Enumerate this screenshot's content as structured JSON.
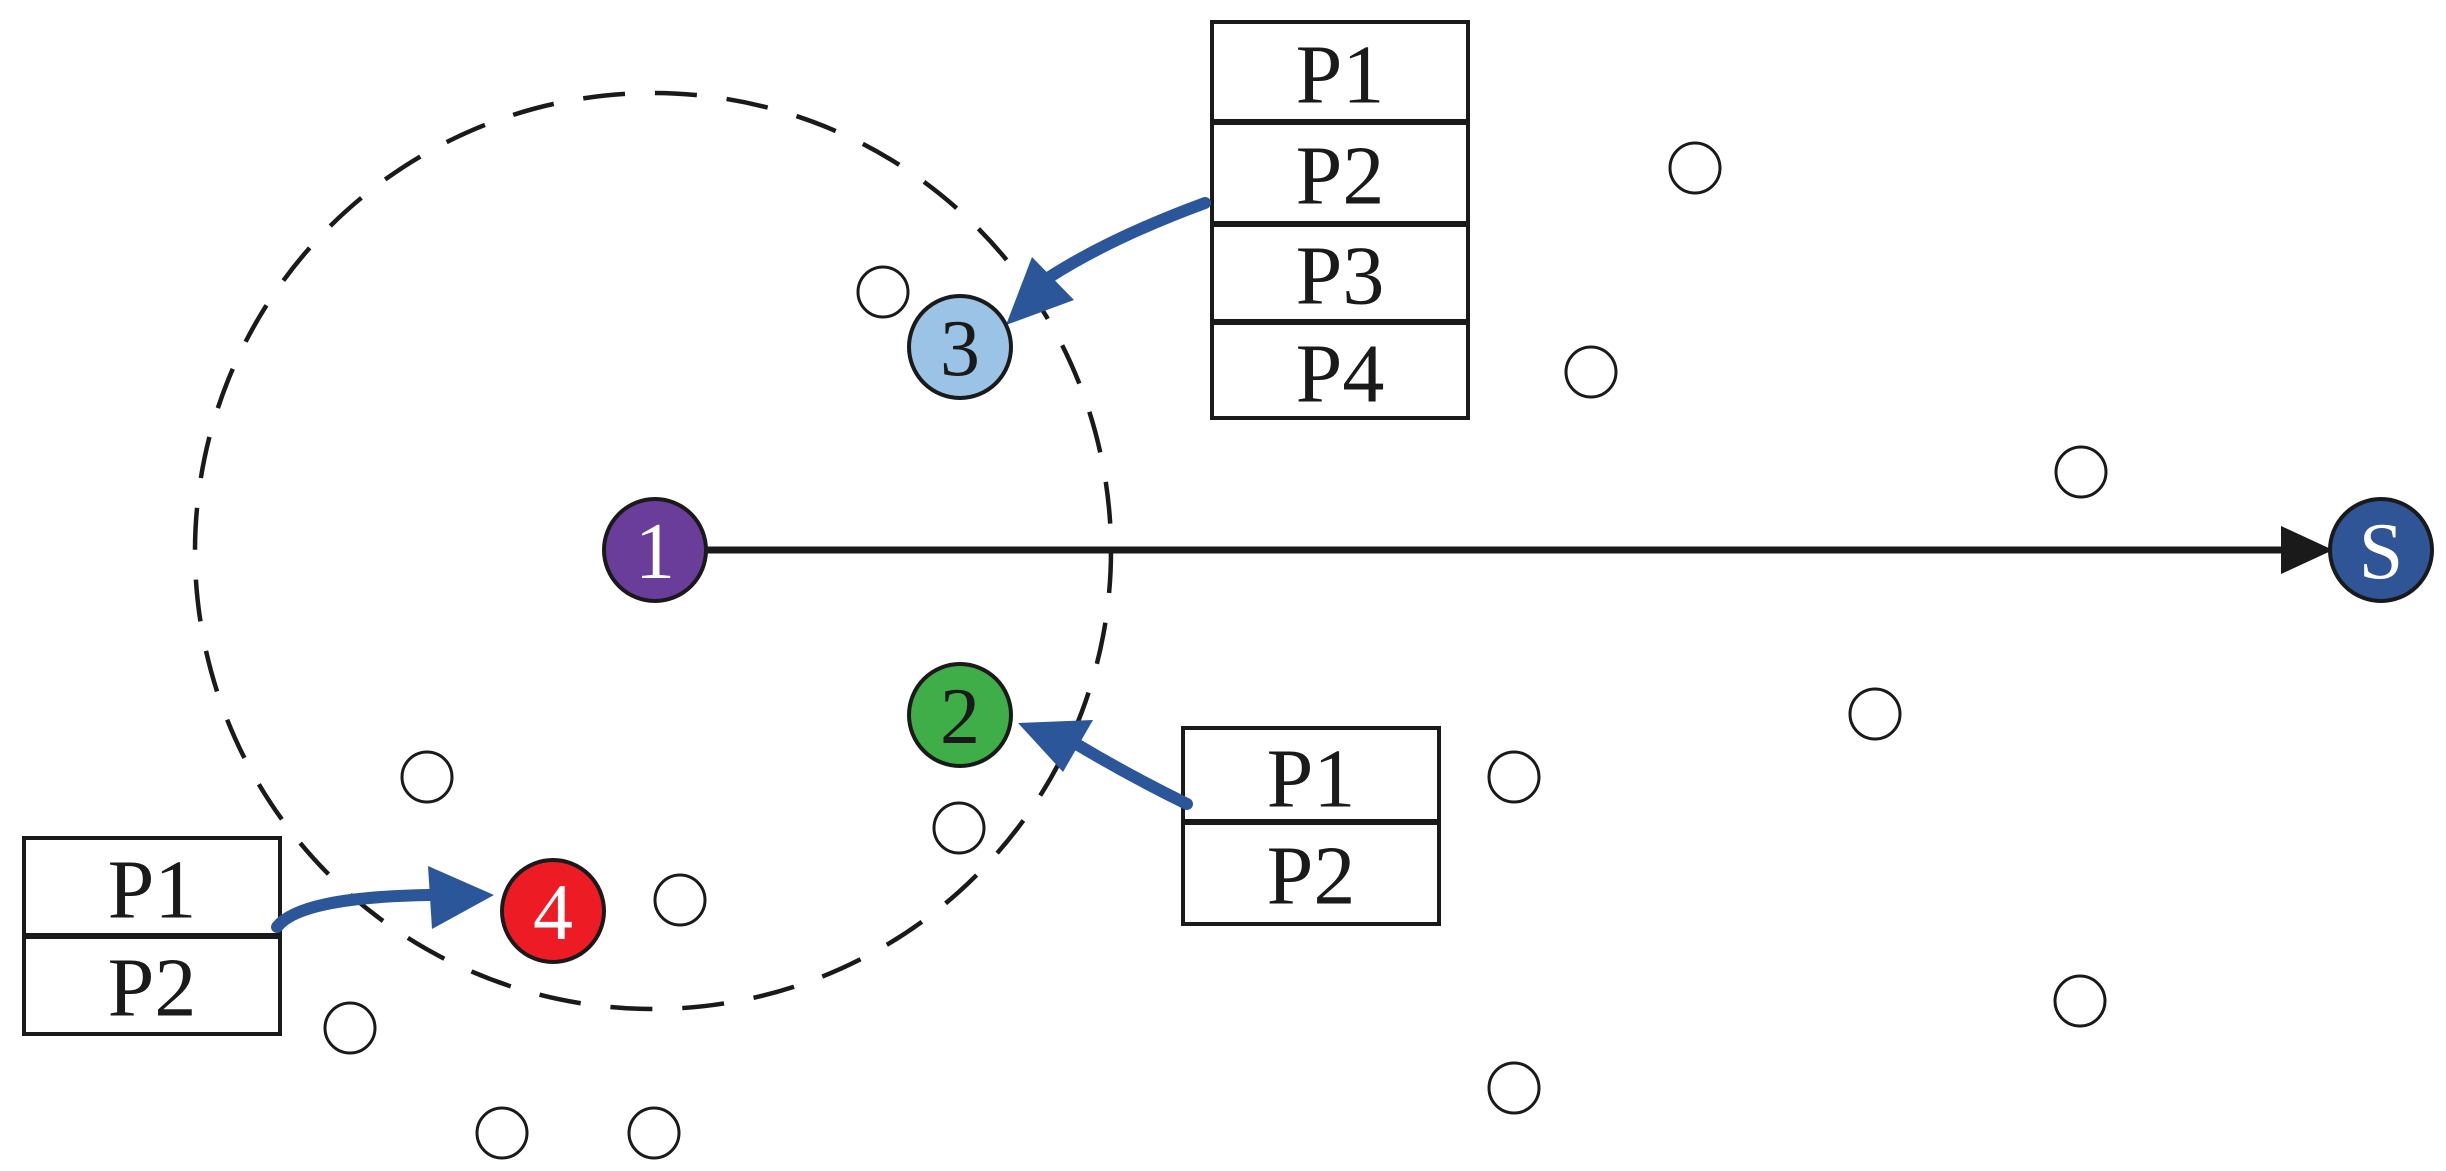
{
  "colors": {
    "blue_arrow": "#2b579a",
    "node_1": "#6a3d9a",
    "node_2": "#3fae49",
    "node_3": "#9bc3e6",
    "node_4": "#ed1c24",
    "node_s": "#2f5597",
    "outline": "#1a1a1a"
  },
  "nodes": {
    "n1": "1",
    "n2": "2",
    "n3": "3",
    "n4": "4",
    "s": "S"
  },
  "tables": {
    "t3": [
      "P1",
      "P2",
      "P3",
      "P4"
    ],
    "t2": [
      "P1",
      "P2"
    ],
    "t4": [
      "P1",
      "P2"
    ]
  }
}
